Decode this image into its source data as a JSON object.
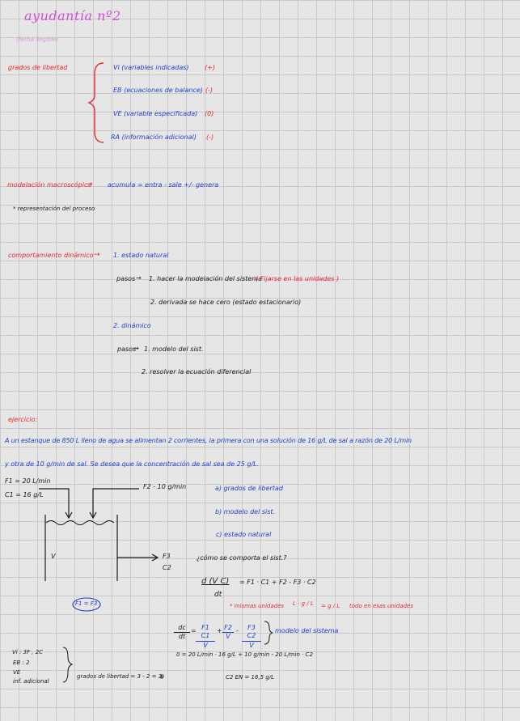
{
  "header": {
    "title": "ayudantía nº2",
    "subtitle": "(fecha ilegible)"
  },
  "section_grados": {
    "label": "grados de libertad",
    "items": [
      {
        "text": "Vi (variables indicadas)",
        "value": "(+)"
      },
      {
        "text": "EB (ecuaciones de balance)",
        "value": "(-)"
      },
      {
        "text": "VE (variable especificada)",
        "value": "(0)"
      },
      {
        "text": "RA (información adicional)",
        "value": "(-)"
      }
    ]
  },
  "section_modelacion": {
    "label": "modelación macroscópica",
    "arrow": "→",
    "formula": "acumula = entra - sale +/- genera",
    "note": "* representación del proceso"
  },
  "section_comportamiento": {
    "label": "comportamiento dinámico",
    "arrow": "→",
    "estado": "1. estado natural",
    "pasos_label": "pasos",
    "paso1": "1. hacer la modelación del sistema",
    "paso1_note": "( Fijarse en las unidades )",
    "paso2": "2. derivada se hace cero (estado estacionario)",
    "dinamico": "2. dinámico",
    "pasos2_label": "pasos",
    "dpaso1": "1. modelo del sist.",
    "dpaso2": "2. resolver la ecuación diferencial"
  },
  "ejercicio": {
    "label": "ejercicio:",
    "line1": "A un estanque de 850 L lleno de agua se alimentan 2 corrientes, la primera con una solución de 16 g/L de sal a razón de 20 L/min",
    "line2": "y otra de 10 g/min de sal. Se desea que la concentración de sal sea de 25 g/L.",
    "f1": "F1 = 20 L/min",
    "c1": "C1 = 16 g/L",
    "f2": "F2 - 10 g/min",
    "v_label": "V",
    "f3": "F3",
    "c2": "C2",
    "flows_eq": "F1 = F3",
    "questions": [
      "a) grados de libertad",
      "b) modelo del sist.",
      "c) estado natural"
    ],
    "question_text": "¿cómo se comporta el sist.?",
    "eq1_left": "d (V C)",
    "eq1_den": "dt",
    "eq1_right": "=  F1 · C1  +  F2  -  F3 · C2",
    "units_note": "* mismas unidades",
    "units_frac": "L · g / L",
    "units_eq": "= g / L",
    "units_note2": "todo en esas unidades",
    "eq2_num": "dc",
    "eq2_den": "dt",
    "eq2_t1_num": "F1 C1",
    "eq2_t1_den": "V",
    "eq2_t2_num": "F2",
    "eq2_t2_den": "V",
    "eq2_t3_num": "F3 C2",
    "eq2_t3_den": "V",
    "model_label": "modelo del sistema",
    "eq3": "0  =  20 L/min · 16 g/L  +  10 g/min  -  20 L/min · C2",
    "result": "C2 EN = 16,5 g/L",
    "dof_rows": [
      "Vi : 3F , 2C",
      "EB : 2",
      "VE",
      "inf. adicional"
    ],
    "dof_text": "grados de libertad = 3 - 2 = 3"
  },
  "colors": {
    "blue": "#1e3fd0",
    "red": "#e8262a",
    "pink": "#d64bd6",
    "grid": "#c9c9c9",
    "background": "#e6e6e6"
  }
}
